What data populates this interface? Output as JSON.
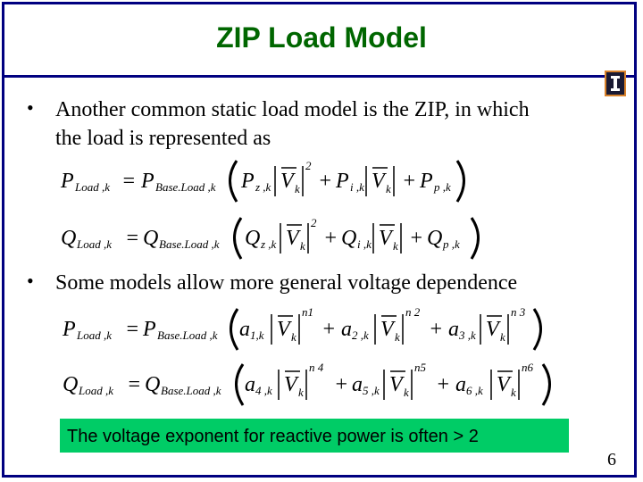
{
  "slide": {
    "title": "ZIP Load Model",
    "bullets": [
      {
        "line1": "Another common static load model is the ZIP, in which",
        "line2": "the load is represented as"
      },
      {
        "line1": "Some models allow more general voltage dependence"
      }
    ],
    "equations": {
      "eq1_lhs": "P",
      "eq1_lhs_sub": "Load ,k",
      "eq1_base": "P",
      "eq1_base_sub": "Base.Load ,k",
      "eq1_c1": "P",
      "eq1_c1_sub": "z ,k",
      "eq1_c2": "P",
      "eq1_c2_sub": "i ,k",
      "eq1_c3": "P",
      "eq1_c3_sub": "p ,k",
      "eq2_lhs": "Q",
      "eq2_lhs_sub": "Load ,k",
      "eq2_base": "Q",
      "eq2_base_sub": "Base.Load ,k",
      "eq2_c1": "Q",
      "eq2_c1_sub": "z ,k",
      "eq2_c2": "Q",
      "eq2_c2_sub": "i ,k",
      "eq2_c3": "Q",
      "eq2_c3_sub": "p ,k",
      "V": "V",
      "V_sub": "k",
      "exp2": "2",
      "eq3_lhs": "P",
      "eq3_lhs_sub": "Load ,k",
      "eq3_base": "P",
      "eq3_base_sub": "Base.Load ,k",
      "eq3_a1": "a",
      "eq3_a1_sub": "1,k",
      "eq3_a2": "a",
      "eq3_a2_sub": "2 ,k",
      "eq3_a3": "a",
      "eq3_a3_sub": "3 ,k",
      "eq3_e1": "n1",
      "eq3_e2": "n 2",
      "eq3_e3": "n 3",
      "eq4_lhs": "Q",
      "eq4_lhs_sub": "Load ,k",
      "eq4_base": "Q",
      "eq4_base_sub": "Base.Load ,k",
      "eq4_a1": "a",
      "eq4_a1_sub": "4 ,k",
      "eq4_a2": "a",
      "eq4_a2_sub": "5 ,k",
      "eq4_a3": "a",
      "eq4_a3_sub": "6 ,k",
      "eq4_e1": "n 4",
      "eq4_e2": "n5",
      "eq4_e3": "n6",
      "equals": "=",
      "plus": "+"
    },
    "callout": "The voltage exponent for reactive power is often > 2",
    "page_number": "6",
    "colors": {
      "title": "#006600",
      "frame": "#000080",
      "callout_bg": "#00cc66",
      "logo_bg": "#1a1a33",
      "logo_border": "#d9822b"
    },
    "logo_icon": "university-block-i-icon"
  }
}
